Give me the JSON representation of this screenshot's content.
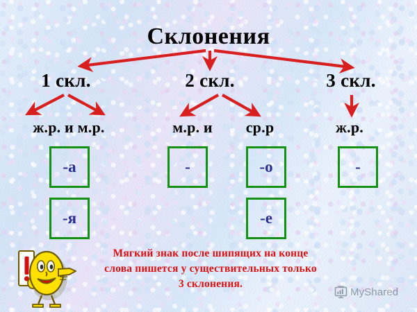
{
  "slide": {
    "title": "Склонения",
    "background_color": "#d5e6f7",
    "arrow_color": "#d81f1f",
    "box_border_color": "#129112",
    "box_text_color": "#2b2f8f",
    "footnote_color": "#e01010",
    "title_color": "#000000"
  },
  "declensions": [
    {
      "id": "1",
      "label": "1 скл.",
      "genders": "ж.р. и  м.р.",
      "endings": [
        "-а",
        "-я"
      ]
    },
    {
      "id": "2",
      "label": "2 скл.",
      "genders_left": "м.р. и",
      "genders_right": "ср.р",
      "endings_left": [
        "-"
      ],
      "endings_right": [
        "-о",
        "-е"
      ]
    },
    {
      "id": "3",
      "label": "3 скл.",
      "genders": "ж.р.",
      "endings": [
        "-"
      ]
    }
  ],
  "footnote": {
    "line1": "Мягкий знак  после  шипящих  на конце",
    "line2": "слова пишется у существительных  только",
    "line3": "3 склонения."
  },
  "mascot": {
    "name": "smiley-pointing-character",
    "body_color": "#ffe000",
    "outline_color": "#6b5a00",
    "card_color": "#fff8e6",
    "exclamation_color": "#d21010"
  },
  "watermark": {
    "text": "MyShared",
    "icon": "presentation-chart-icon"
  }
}
